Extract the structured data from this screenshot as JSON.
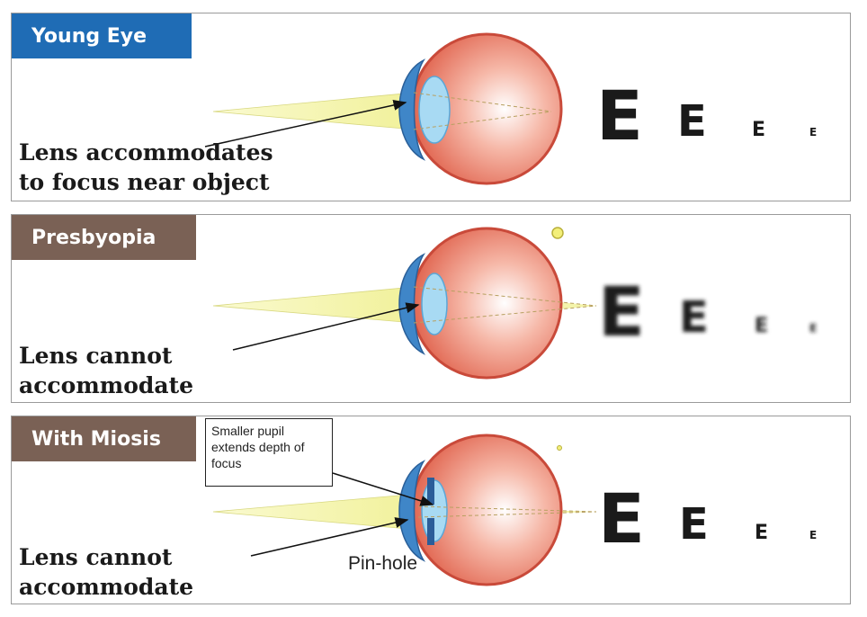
{
  "panels": [
    {
      "title": "Young Eye",
      "caption": "Lens accommodates\nto focus near object",
      "letters": [
        "E",
        "E",
        "E",
        "E"
      ],
      "blurred": false
    },
    {
      "title": "Presbyopia",
      "caption": "Lens cannot\naccommodate",
      "letters": [
        "E",
        "E",
        "E",
        "E"
      ],
      "blurred": true
    },
    {
      "title": "With Miosis",
      "caption": "Lens cannot\naccommodate",
      "callout": "Smaller pupil\nextends depth of\nfocus",
      "pinhole_label": "Pin-hole",
      "letters": [
        "E",
        "E",
        "E",
        "E"
      ],
      "blurred": false
    }
  ],
  "colors": {
    "young_badge": "#1f6cb5",
    "presbyopia_badge": "#7a6155",
    "miosis_badge": "#7a6155",
    "light_beam": "#f3f3a8",
    "eyeball": "#e8755f",
    "cornea": "#4a90d0",
    "lens": "#9ed4f0"
  }
}
